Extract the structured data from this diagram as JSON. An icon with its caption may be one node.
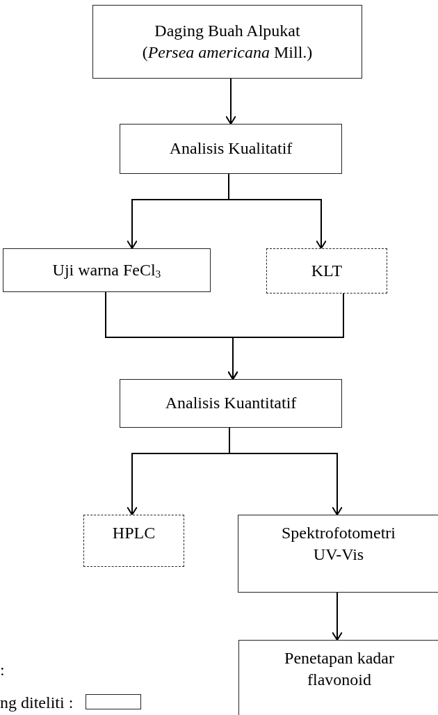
{
  "diagram": {
    "nodes": [
      {
        "text": [
          "Daging Buah Alpukat (*Persea americana* Mill.)"
        ]
      },
      {
        "text": [
          "Analisis Kualitatif"
        ]
      },
      {
        "text": [
          "Uji warna FeCl$_{3}$"
        ]
      },
      {
        "text": [
          "KLT"
        ]
      },
      {
        "text": [
          "Analisis Kuantitatif"
        ]
      },
      {
        "text": [
          "HPLC"
        ]
      },
      {
        "text": [
          "Spektrofotometri UV-Vis"
        ]
      },
      {
        "text": [
          "Penetapan kadar flavonoid"
        ]
      }
    ],
    "edges": [
      {
        "from": 0,
        "to": 1,
        "arrow": "to"
      },
      {
        "from": 1,
        "to": 2,
        "arrow": "to"
      },
      {
        "from": 1,
        "to": 3,
        "arrow": "to"
      },
      {
        "from": 2,
        "to": 4,
        "arrow": "to"
      },
      {
        "from": 3,
        "to": 4,
        "arrow": "to"
      },
      {
        "from": 4,
        "to": 5,
        "arrow": "to"
      },
      {
        "from": 4,
        "to": 6,
        "arrow": "to"
      },
      {
        "from": 6,
        "to": 7,
        "arrow": "to"
      }
    ],
    "labels": [
      ":"
    ],
    "legend": [
      {
        "text": "ng diteliti :"
      }
    ]
  }
}
